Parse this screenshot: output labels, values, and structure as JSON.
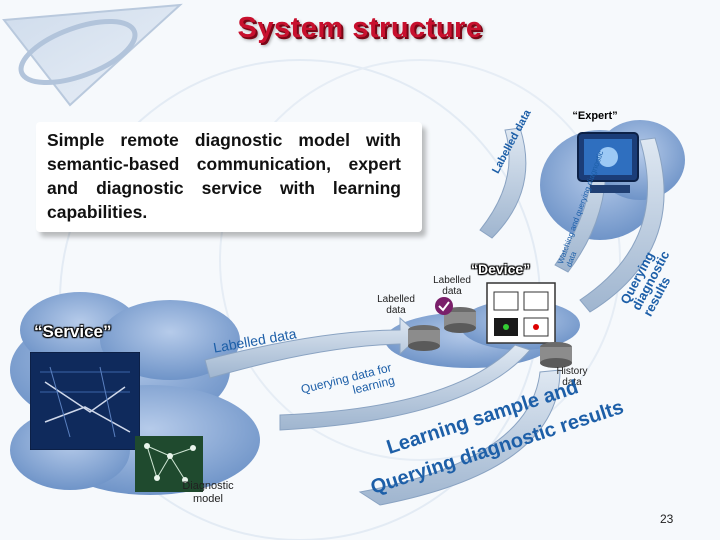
{
  "title": "System structure",
  "description": {
    "text": "Simple remote diagnostic model with semantic-based communication, expert and diagnostic service with learning capabilities."
  },
  "labels": {
    "expert": "“Expert”",
    "service": "“Service”",
    "device": "“Device”",
    "labelled_data_1": "Labelled data",
    "labelled_data_2": "Labelled data",
    "history_data": "History data",
    "diagnostic_model": "Diagnostic model"
  },
  "arrow_labels": {
    "labelled_data_top": "Labelled data",
    "labelled_data_mid": "Labelled data",
    "querying_data": "Querying data for learning",
    "learning_sample": "Learning sample and",
    "querying_results": "Querying diagnostic results",
    "querying_diag_results": "Querying diagnostic results",
    "watching_querying": "Watching and querying diagnostic data"
  },
  "page_number": "23",
  "colors": {
    "title": "#c8102e",
    "arrow_fill": "#a9bdd3",
    "arrow_text": "#1d5fa8",
    "cloud": "#7a9fd1",
    "panel": "#0f2a5c"
  }
}
